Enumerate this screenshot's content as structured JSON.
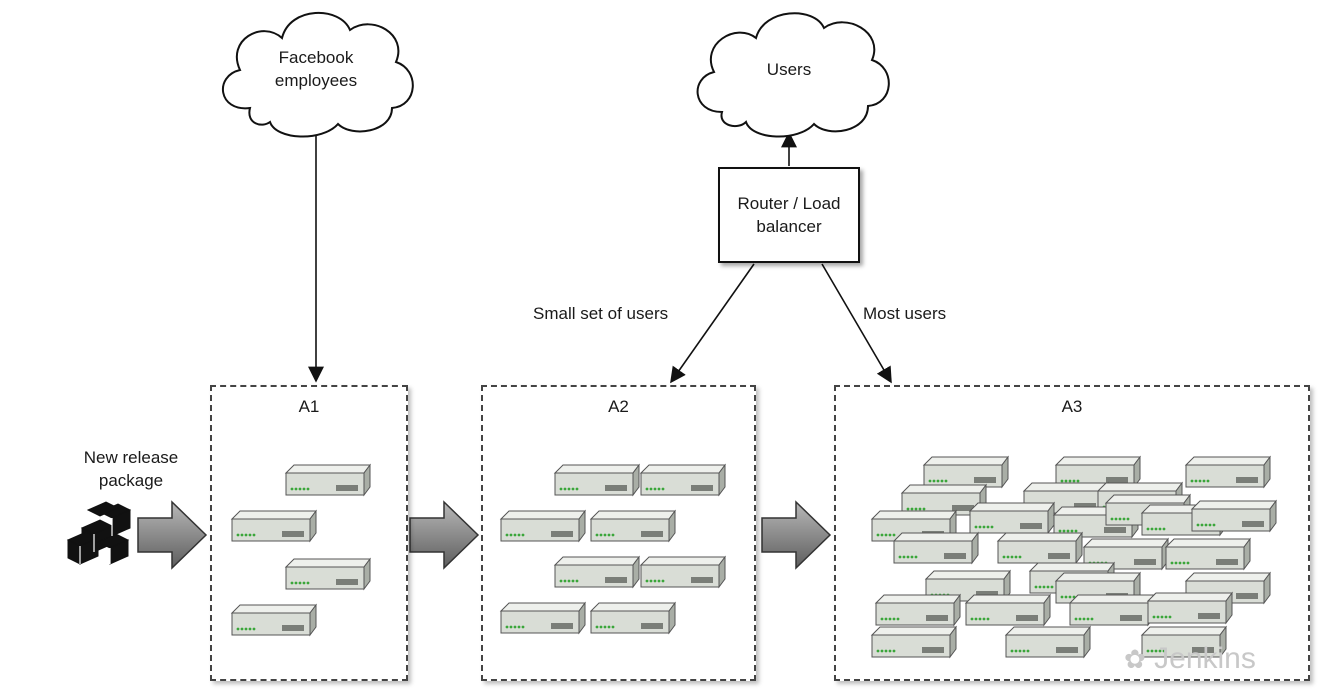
{
  "clouds": {
    "employees": "Facebook employees",
    "users": "Users"
  },
  "router": {
    "label": "Router / Load balancer"
  },
  "edge_labels": {
    "small_set": "Small set of users",
    "most": "Most users"
  },
  "release": {
    "label": "New release package"
  },
  "zones": [
    {
      "title": "A1",
      "server_count": 4
    },
    {
      "title": "A2",
      "server_count": 8
    },
    {
      "title": "A3",
      "server_count": 29
    }
  ],
  "watermark": "Jenkins",
  "colors": {
    "server_body": "#d9ddd6",
    "server_top": "#eef0ec",
    "led": "#3aa63a",
    "arrow_fill": "#8a8a8a"
  }
}
